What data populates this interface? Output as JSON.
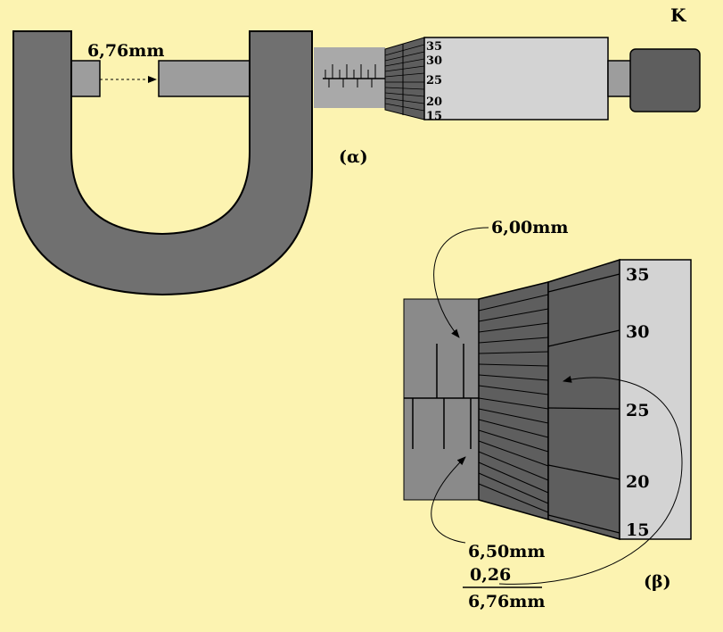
{
  "colors": {
    "background": "#fcf3b1",
    "frame": "#707070",
    "sleeve": "#a9a9a9",
    "thimble_light": "#d3d3d3",
    "thimble_dark": "#5e5e5e",
    "arrow": "#000000"
  },
  "figure_a": {
    "caption": "(α)",
    "knob_label": "K",
    "gap_label": "6,76mm",
    "scale_numbers": [
      "35",
      "30",
      "25",
      "20",
      "15"
    ]
  },
  "figure_b": {
    "caption": "(β)",
    "main_scale_label": "6,00mm",
    "half_scale_label": "6,50mm",
    "thimble_reading_label": "0,26",
    "total_label": "6,76mm",
    "scale_numbers": [
      "35",
      "30",
      "25",
      "20",
      "15"
    ]
  }
}
